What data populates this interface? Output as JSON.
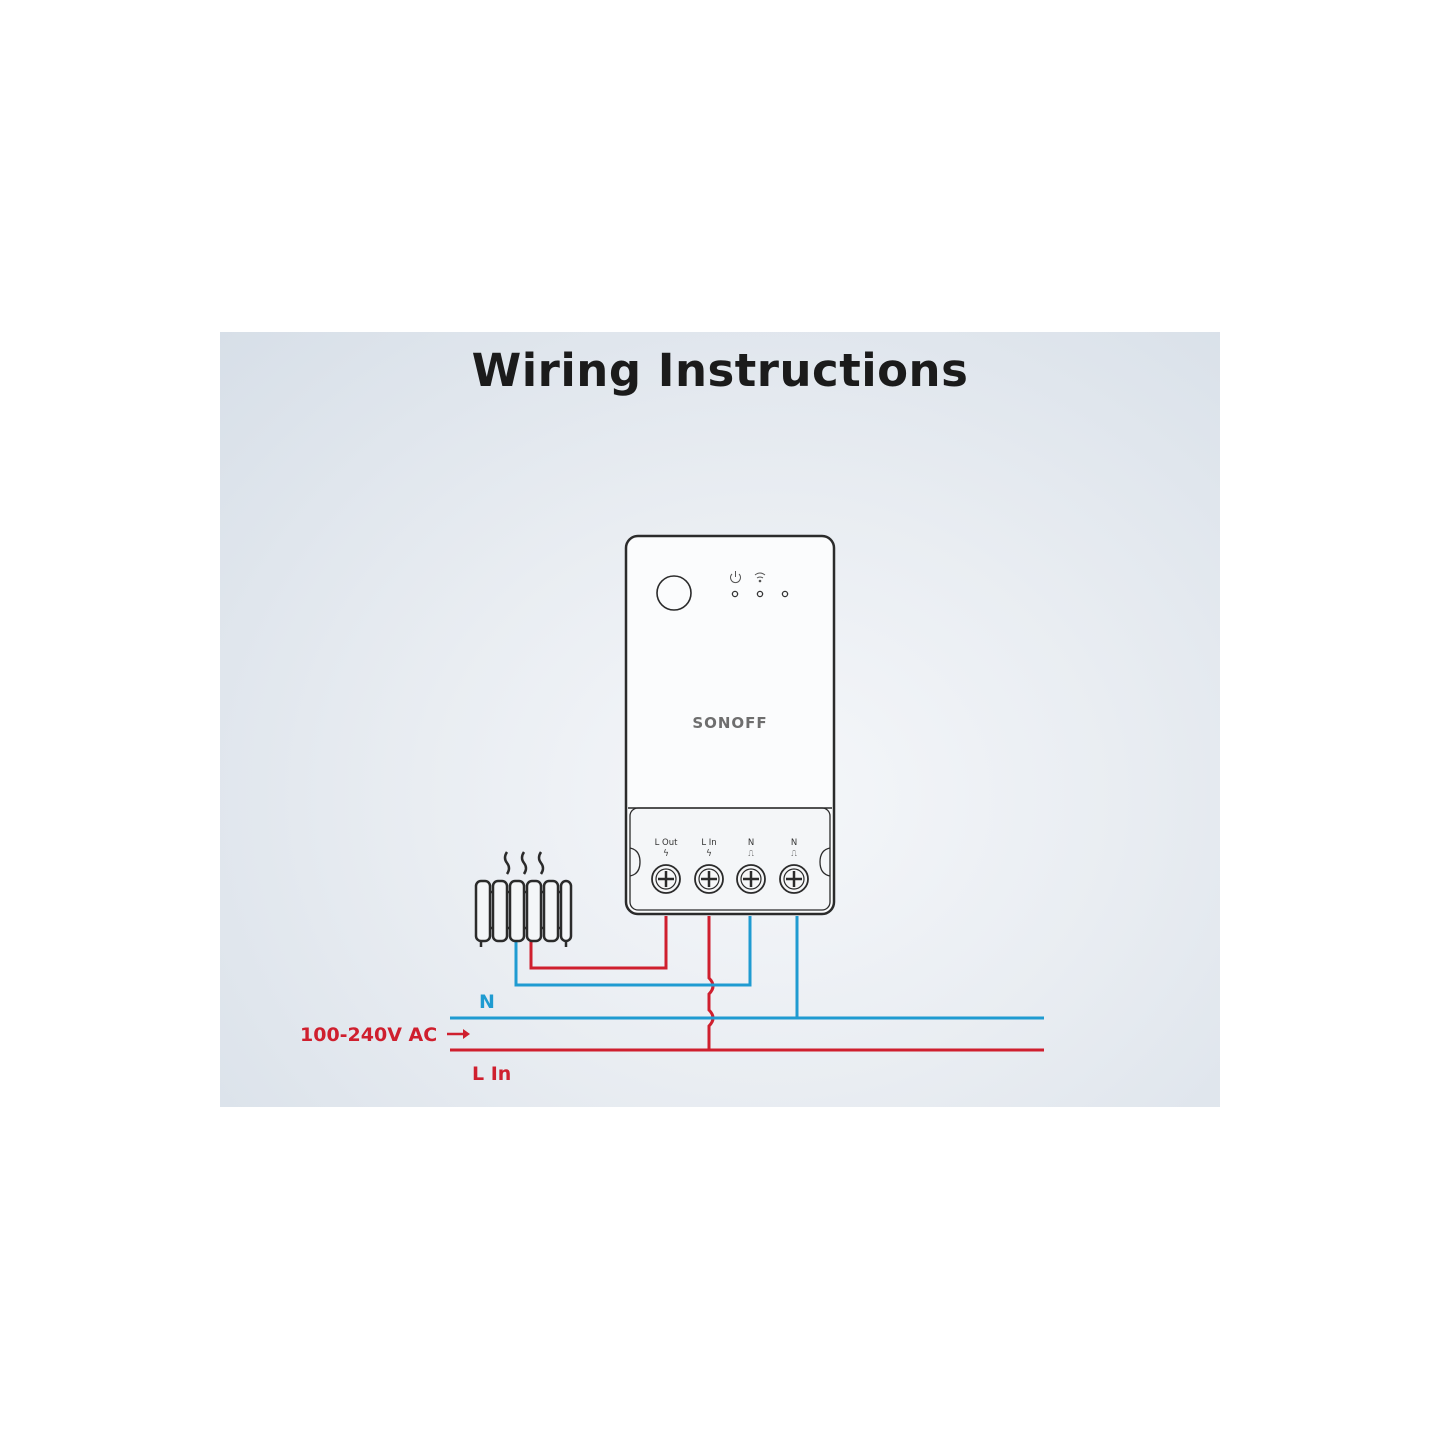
{
  "title": "Wiring Instructions",
  "device": {
    "brand": "SONOFF",
    "terminals": [
      {
        "label": "L Out",
        "symbol": "ϟ"
      },
      {
        "label": "L In",
        "symbol": "ϟ"
      },
      {
        "label": "N",
        "symbol": "⎍"
      },
      {
        "label": "N",
        "symbol": "⎍"
      }
    ],
    "indicators": [
      "power-icon",
      "wifi-icon"
    ]
  },
  "lines": {
    "neutral_label": "N",
    "live_label": "L In",
    "voltage_label": "100-240V AC",
    "arrow": "→"
  },
  "load": {
    "type": "heater"
  },
  "colors": {
    "neutral": "#1f9bd1",
    "live": "#cf1f2e",
    "outline": "#2b2b2b",
    "title": "#1b1b1b"
  }
}
